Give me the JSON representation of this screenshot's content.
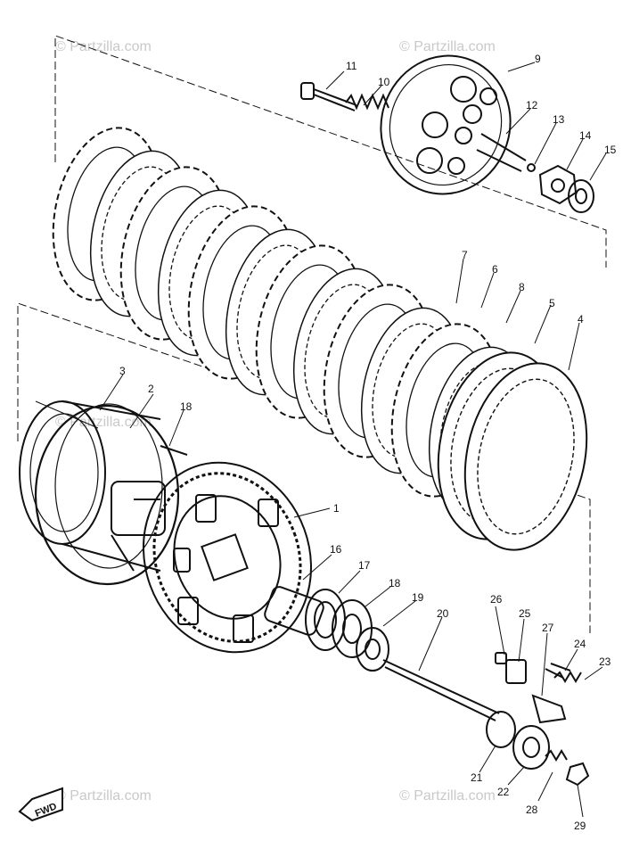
{
  "watermark": {
    "text": "© Partzilla.com"
  },
  "fwd_label": "FWD",
  "part_labels": [
    "1",
    "2",
    "3",
    "4",
    "5",
    "6",
    "7",
    "8",
    "9",
    "10",
    "11",
    "12",
    "13",
    "14",
    "15",
    "16",
    "17",
    "18",
    "18",
    "19",
    "20",
    "21",
    "22",
    "23",
    "24",
    "25",
    "26",
    "27",
    "28",
    "29"
  ],
  "colors": {
    "ink": "#111111",
    "watermark": "#c9c9c9",
    "background": "#ffffff"
  }
}
